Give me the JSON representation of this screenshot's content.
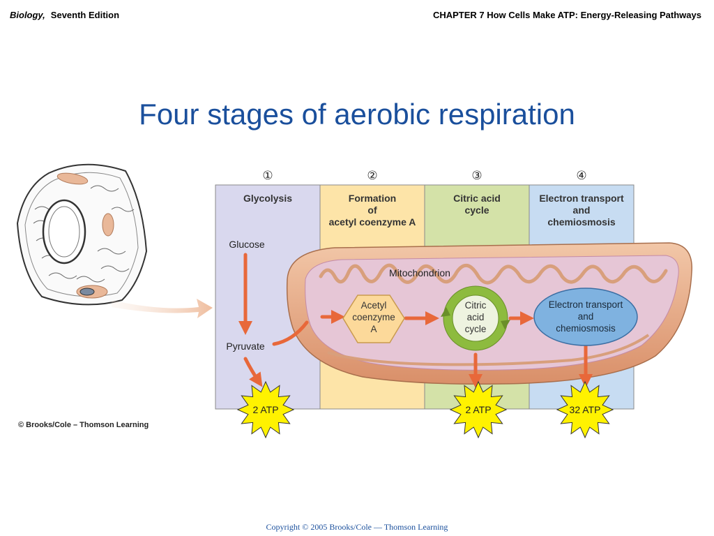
{
  "header": {
    "book_title": "Biology,",
    "edition": "Seventh Edition",
    "chapter": "CHAPTER 7 How Cells Make ATP: Energy-Releasing Pathways"
  },
  "slide": {
    "title": "Four stages of aerobic respiration",
    "credit": "© Brooks/Cole – Thomson Learning",
    "footer": "Copyright © 2005 Brooks/Cole — Thomson Learning"
  },
  "stages": [
    {
      "number": "①",
      "label_lines": [
        "Glycolysis"
      ],
      "color": "#d9d8ee"
    },
    {
      "number": "②",
      "label_lines": [
        "Formation",
        "of",
        "acetyl coenzyme A"
      ],
      "color": "#fde4a8"
    },
    {
      "number": "③",
      "label_lines": [
        "Citric acid",
        "cycle"
      ],
      "color": "#d4e2a8"
    },
    {
      "number": "④",
      "label_lines": [
        "Electron transport",
        "and",
        "chemiosmosis"
      ],
      "color": "#c7dcf2"
    }
  ],
  "labels": {
    "glucose": "Glucose",
    "pyruvate": "Pyruvate",
    "mitochondrion": "Mitochondrion",
    "acetyl_lines": [
      "Acetyl",
      "coenzyme",
      "A"
    ],
    "citric_lines": [
      "Citric",
      "acid",
      "cycle"
    ],
    "etc_lines": [
      "Electron transport",
      "and",
      "chemiosmosis"
    ]
  },
  "atp": {
    "glycolysis": "2 ATP",
    "citric": "2 ATP",
    "etc": "32 ATP"
  },
  "colors": {
    "arrow": "#e8683a",
    "title": "#1a4f9c",
    "starburst": "#fff200",
    "hexagon": "#fcd99a",
    "cycle": "#8dbb3e",
    "etc_oval": "#7fb2e0",
    "membrane": "#e8b08c"
  }
}
